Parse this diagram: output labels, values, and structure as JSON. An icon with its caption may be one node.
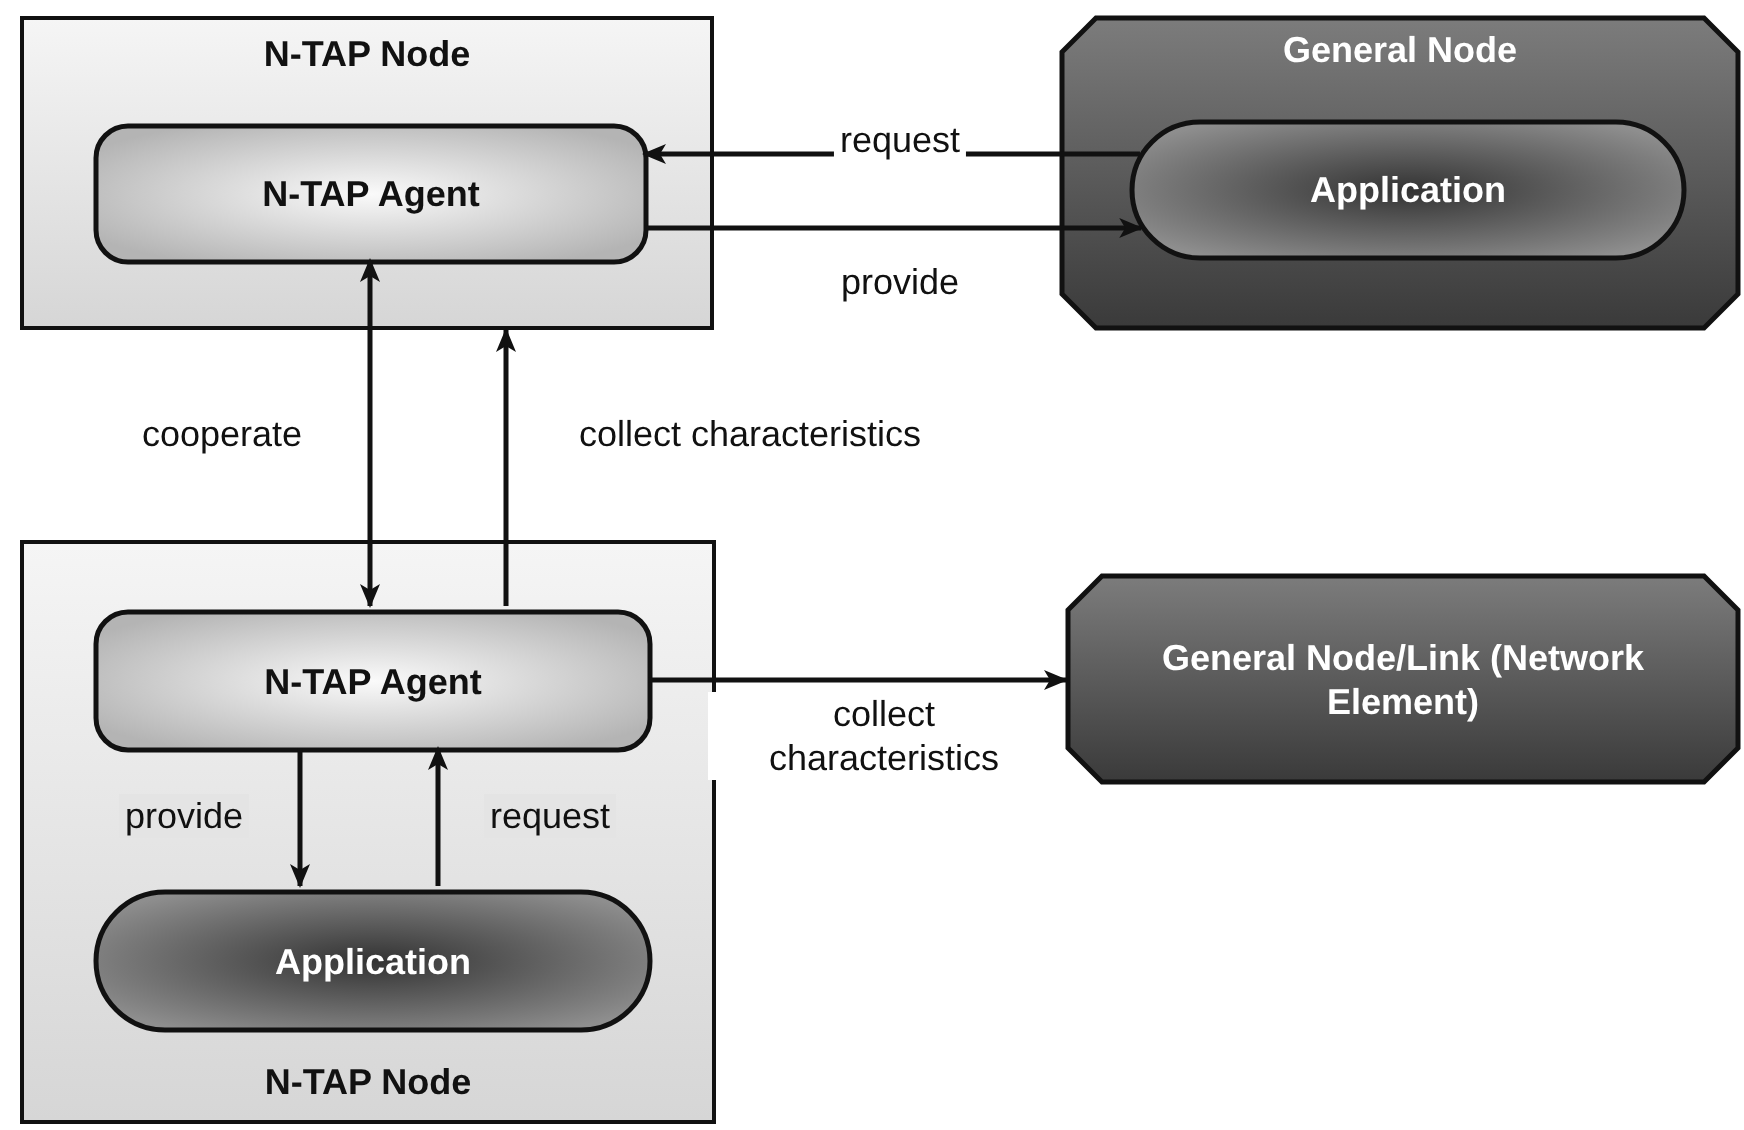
{
  "diagram": {
    "nodes": [
      {
        "text": [
          "N-TAP Node"
        ]
      },
      {
        "text": [
          "N-TAP Agent"
        ],
        "in": 0
      },
      {
        "text": [
          "General Node"
        ]
      },
      {
        "text": [
          "Application"
        ],
        "in": 2
      },
      {
        "text": [
          "N-TAP Node"
        ]
      },
      {
        "text": [
          "N-TAP Agent"
        ],
        "in": 4
      },
      {
        "text": [
          "Application"
        ],
        "in": 4
      },
      {
        "text": [
          "General Node/Link (Network Element)"
        ]
      }
    ],
    "edges": [
      {
        "from": 3,
        "to": 1,
        "arrow": "to",
        "label": "request"
      },
      {
        "from": 1,
        "to": 3,
        "arrow": "to",
        "label": "provide"
      },
      {
        "from": 1,
        "to": 5,
        "arrow": "both",
        "label": "cooperate"
      },
      {
        "from": 5,
        "to": 0,
        "arrow": "to",
        "label": "collect characteristics"
      },
      {
        "from": 5,
        "to": 7,
        "arrow": "to",
        "label": "collect characteristics"
      },
      {
        "from": 5,
        "to": 6,
        "arrow": "to",
        "label": "provide"
      },
      {
        "from": 6,
        "to": 5,
        "arrow": "to",
        "label": "request"
      }
    ]
  }
}
